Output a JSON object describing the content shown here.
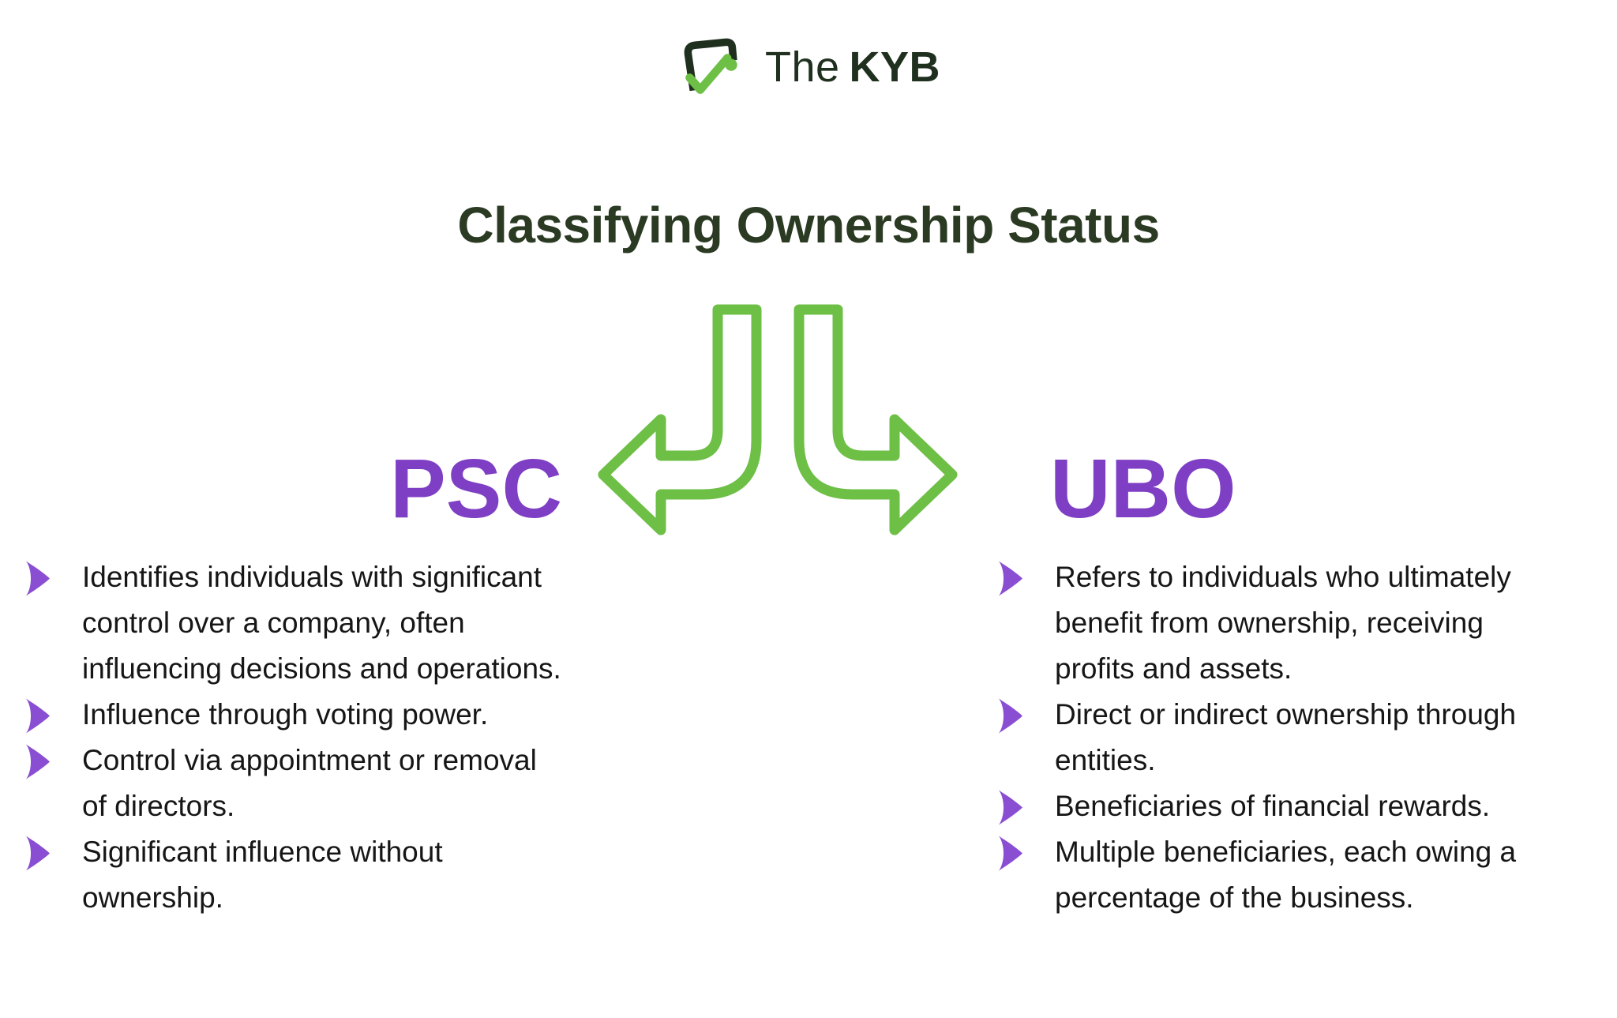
{
  "brand": {
    "name_regular": "The",
    "name_bold": "KYB",
    "icon": "checkbox-checkmark-icon"
  },
  "title": "Classifying Ownership Status",
  "colors": {
    "green": "#6dbf46",
    "purple_heading": "#7e3fc4",
    "purple_bullet": "#8a4ed2",
    "title": "#2b3a23",
    "text": "#161616",
    "logo_dark": "#20301f",
    "background": "#ffffff"
  },
  "icons": {
    "split": "split-arrows-icon",
    "bullet": "arrowhead-bullet-icon"
  },
  "left": {
    "heading": "PSC",
    "items": [
      {
        "lines": [
          "Identifies individuals with significant",
          "control over a company, often",
          "influencing decisions and operations."
        ]
      },
      {
        "lines": [
          "Influence through voting power."
        ]
      },
      {
        "lines": [
          "Control via appointment or removal",
          "of directors."
        ]
      },
      {
        "lines": [
          "Significant influence without",
          "ownership."
        ]
      }
    ]
  },
  "right": {
    "heading": "UBO",
    "items": [
      {
        "lines": [
          "Refers to individuals who ultimately",
          "benefit from ownership, receiving",
          "profits and assets."
        ]
      },
      {
        "lines": [
          "Direct or indirect ownership through",
          "entities."
        ]
      },
      {
        "lines": [
          "Beneficiaries of financial rewards."
        ]
      },
      {
        "lines": [
          "Multiple beneficiaries, each owing a",
          "percentage of the business."
        ]
      }
    ]
  }
}
